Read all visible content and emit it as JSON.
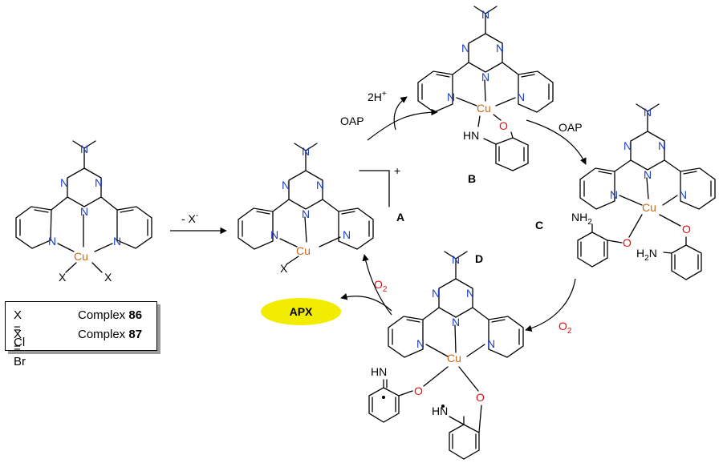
{
  "atoms": {
    "N": "N",
    "O": "O",
    "Cu": "Cu",
    "X": "X",
    "NH2": "NH",
    "H2N_H": "H",
    "H2N_N": "N",
    "sub2": "2",
    "HN": "HN",
    "IN": "N",
    "IH": "H"
  },
  "steps": {
    "loss": "- X",
    "loss_sup": "-",
    "oap1": "OAP",
    "protons": "2H",
    "protons_sup": "+",
    "oap2": "OAP",
    "o2_right": "O",
    "o2_left": "O",
    "o2_sub": "2",
    "charge": "+"
  },
  "labels": {
    "A": "A",
    "B": "B",
    "C": "C",
    "D": "D"
  },
  "product": {
    "name": "APX",
    "color": "#f2ec00"
  },
  "legend": {
    "rows": [
      {
        "x": "X = Cl",
        "complex": "Complex ",
        "num": "86"
      },
      {
        "x": "X = Br",
        "complex": "Complex ",
        "num": "87"
      }
    ]
  },
  "colors": {
    "nitrogen": "#1f3fbf",
    "oxygen": "#e01010",
    "copper": "#c8691a"
  }
}
